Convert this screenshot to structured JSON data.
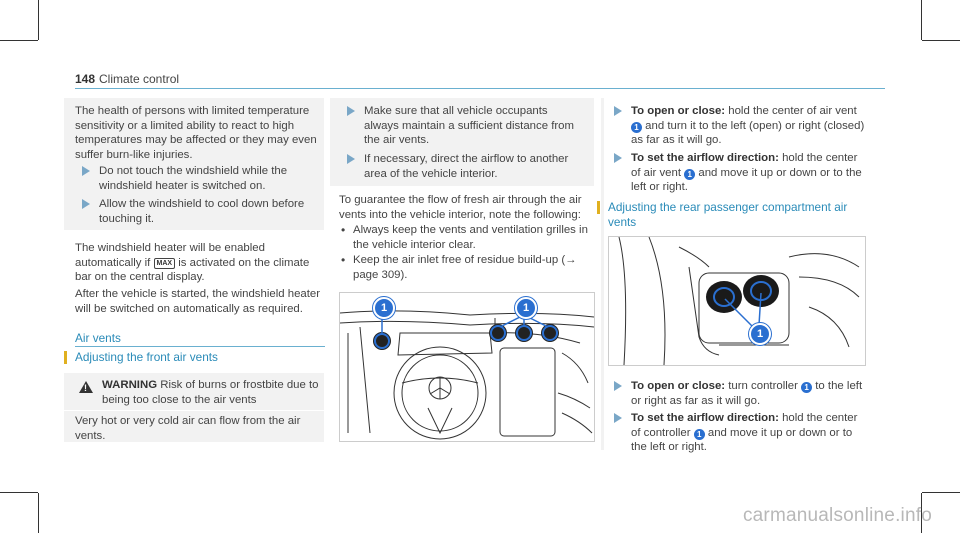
{
  "header": {
    "page_number": "148",
    "section": "Climate control"
  },
  "col1": {
    "info_box_text": "The health of persons with limited temperature sensitivity or a limited ability to react to high temperatures may be affected or they may even suffer burn-like injuries.",
    "steps": [
      "Do not touch the windshield while the windshield heater is switched on.",
      "Allow the windshield to cool down before touching it."
    ],
    "para1_a": "The windshield heater will be enabled automatically if",
    "para1_b": "is activated on the climate bar on the central display.",
    "para2": "After the vehicle is started, the windshield heater will be switched on automatically as required.",
    "air_vents_heading": "Air vents",
    "front_heading": "Adjusting the front air vents",
    "warning_label": "WARNING",
    "warning_text": "Risk of burns or frostbite due to being too close to the air vents",
    "warning_body": "Very hot or very cold air can flow from the air vents.",
    "max_icon_label": "MAX"
  },
  "col2": {
    "steps": [
      "Make sure that all vehicle occupants always maintain a sufficient distance from the air vents.",
      "If necessary, direct the airflow to another area of the vehicle interior."
    ],
    "para": "To guarantee the flow of fresh air through the air vents into the vehicle interior, note the following:",
    "bullets": [
      "Always keep the vents and ventilation grilles in the vehicle interior clear.",
      "Keep the air inlet free of residue build-up (→ page 309)."
    ],
    "figure_badges": [
      "1",
      "1"
    ]
  },
  "col3": {
    "steps_front": [
      {
        "bold": "To open or close:",
        "text_a": "hold the center of air vent",
        "badge": "1",
        "text_b": "and turn it to the left (open) or right (closed) as far as it will go."
      },
      {
        "bold": "To set the airflow direction:",
        "text_a": "hold the center of air vent",
        "badge": "1",
        "text_b": "and move it up or down or to the left or right."
      }
    ],
    "rear_heading": "Adjusting the rear passenger compartment air vents",
    "figure_badges": [
      "1"
    ],
    "steps_rear": [
      {
        "bold": "To open or close:",
        "text_a": "turn controller",
        "badge": "1",
        "text_b": "to the left or right as far as it will go."
      },
      {
        "bold": "To set the airflow direction:",
        "text_a": "hold the center of controller",
        "badge": "1",
        "text_b": "and move it up or down or to the left or right."
      }
    ]
  },
  "watermark": "carmanualsonline.info"
}
